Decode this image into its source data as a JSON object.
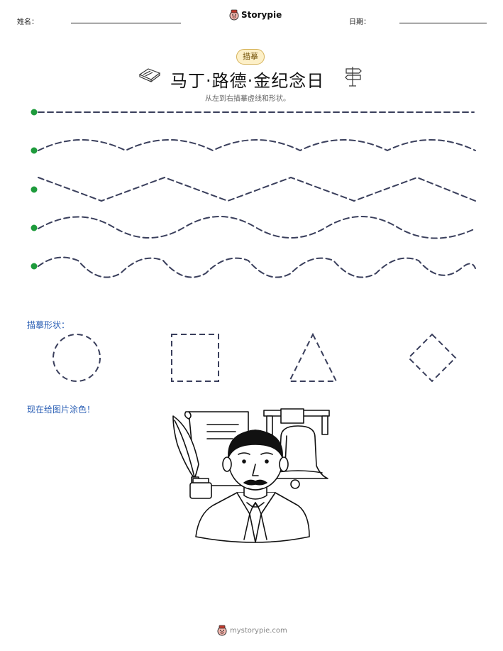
{
  "header": {
    "name_label": "姓名：",
    "date_label": "日期：",
    "brand": "Storypie"
  },
  "badge": "描摹",
  "title": "马丁·路德·金纪念日",
  "subtitle": "从左到右描摹虚线和形状。",
  "sections": {
    "shapes_label": "描摹形状：",
    "color_label": "现在给图片涂色！"
  },
  "footer": {
    "url": "mystorypie.com"
  },
  "colors": {
    "start_dot": "#1e9b3c",
    "trace_line": "#3a3f5c",
    "section_text": "#2b5fb5"
  }
}
